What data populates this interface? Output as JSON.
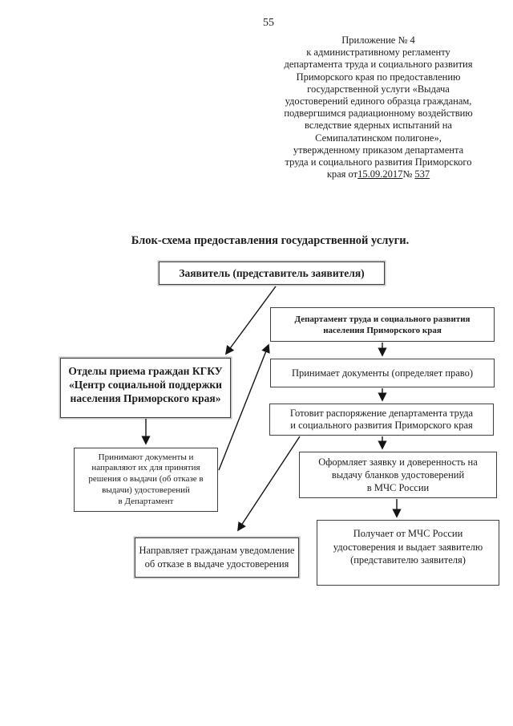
{
  "page": {
    "number": "55"
  },
  "header": {
    "lines": [
      "Приложение № 4",
      "к административному регламенту",
      "департамента труда и социального развития",
      "Приморского края по предоставлению",
      "государственной услуги  «Выдача",
      "удостоверений единого образца гражданам,",
      "подвергшимся радиационному воздействию",
      "вследствие ядерных испытаний на",
      "Семипалатинском полигоне»,",
      "утвержденному приказом департамента",
      "труда и социального развития Приморского"
    ],
    "last_line": {
      "prefix": "края от",
      "date": "15.09.2017",
      "number_sign": "№ ",
      "number": "537"
    }
  },
  "diagram": {
    "title": "Блок-схема предоставления государственной услуги.",
    "nodes": {
      "applicant": "Заявитель (представитель заявителя)",
      "department": "Департамент труда и социального развития\nнаселения Приморского края",
      "kgku": "Отделы приема граждан КГКУ\n«Центр социальной поддержки\nнаселения Приморского края»",
      "accepts_documents": "Принимает документы (определяет право)",
      "prepares_order": "Готовит распоряжение департамента труда\nи социального развития Приморского края",
      "forward_documents": "Принимают документы и\nнаправляют их для принятия\nрешения о выдачи  (об отказе в\nвыдачи) удостоверений\nв Департамент",
      "application_power": "Оформляет заявку и доверенность на\nвыдачу бланков удостоверений\nв МЧС России",
      "refusal_notice": "Направляет гражданам уведомление\nоб отказе в выдаче удостоверения",
      "receives_issues": "Получает от МЧС России\nудостоверения и выдает заявителю\n(представителю заявителя)"
    },
    "edges": [
      {
        "from": "applicant",
        "to": "kgku"
      },
      {
        "from": "kgku",
        "to": "forward_documents"
      },
      {
        "from": "forward_documents",
        "to": "department"
      },
      {
        "from": "department",
        "to": "accepts_documents"
      },
      {
        "from": "accepts_documents",
        "to": "prepares_order"
      },
      {
        "from": "prepares_order",
        "to": "application_power"
      },
      {
        "from": "prepares_order",
        "to": "refusal_notice"
      },
      {
        "from": "application_power",
        "to": "receives_issues"
      }
    ],
    "colors": {
      "box_border": "#3f3f3f",
      "arrow": "#141414",
      "text": "#1c1c1c"
    }
  }
}
